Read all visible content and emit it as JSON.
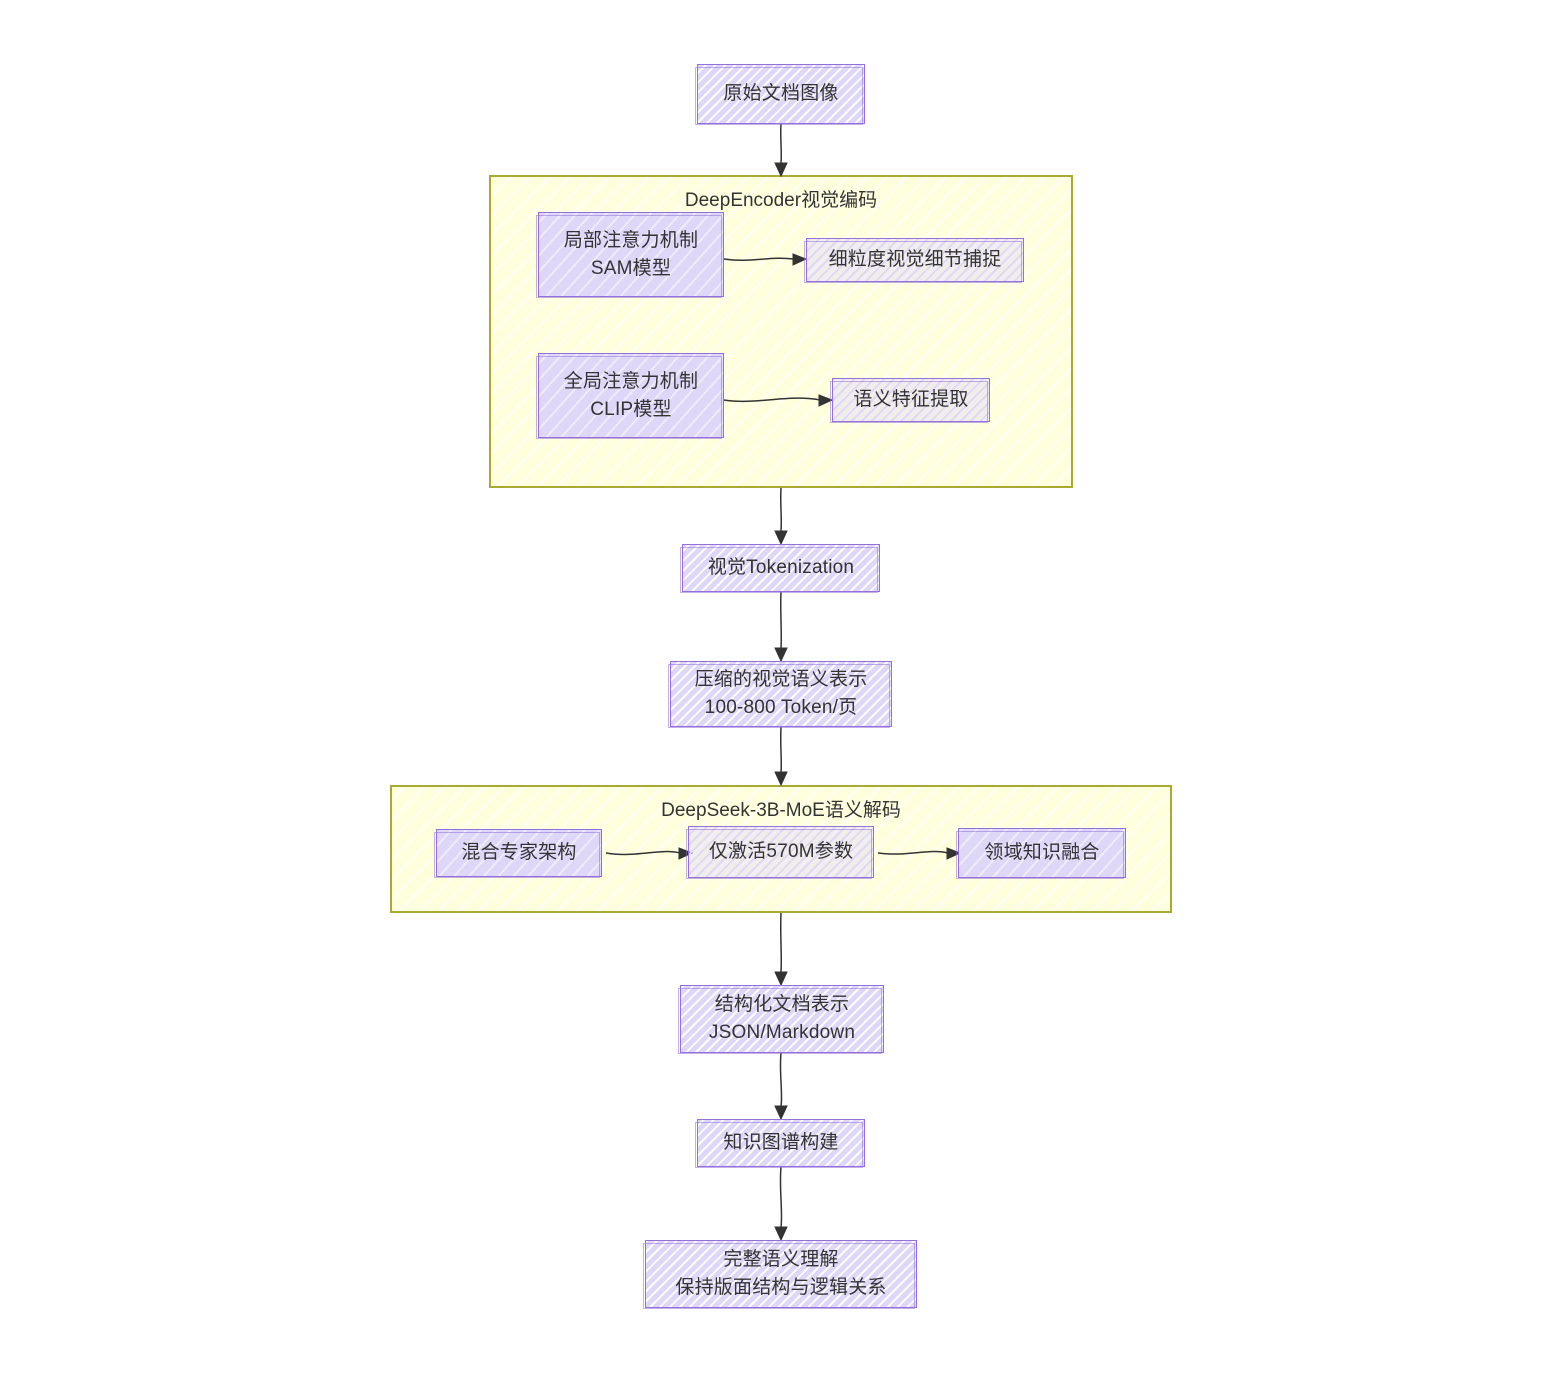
{
  "diagram": {
    "type": "flowchart",
    "direction": "top-to-bottom",
    "style": "hand-drawn-sketch",
    "colors": {
      "node_fill": "#ded7f8",
      "node_border": "#9370db",
      "subgraph_fill": "#ffffde",
      "subgraph_border": "#aaaa33",
      "text": "#333333",
      "edge": "#333333",
      "background": "#ffffff"
    }
  },
  "nodes": {
    "source_image": {
      "label": "原始文档图像"
    },
    "local_attention": {
      "line1": "局部注意力机制",
      "line2": "SAM模型"
    },
    "fine_detail": {
      "label": "细粒度视觉细节捕捉"
    },
    "global_attention": {
      "line1": "全局注意力机制",
      "line2": "CLIP模型"
    },
    "semantic_feature": {
      "label": "语义特征提取"
    },
    "tokenization": {
      "label": "视觉Tokenization"
    },
    "compressed": {
      "line1": "压缩的视觉语义表示",
      "line2": "100-800 Token/页"
    },
    "moe_architecture": {
      "label": "混合专家架构"
    },
    "active_params": {
      "label": "仅激活570M参数"
    },
    "domain_fusion": {
      "label": "领域知识融合"
    },
    "structured_doc": {
      "line1": "结构化文档表示",
      "line2": "JSON/Markdown"
    },
    "knowledge_graph": {
      "label": "知识图谱构建"
    },
    "final_output": {
      "line1": "完整语义理解",
      "line2": "保持版面结构与逻辑关系"
    }
  },
  "subgraphs": {
    "encoder": {
      "title": "DeepEncoder视觉编码"
    },
    "decoder": {
      "title": "DeepSeek-3B-MoE语义解码"
    }
  },
  "edges": [
    {
      "from": "source_image",
      "to": "encoder"
    },
    {
      "from": "local_attention",
      "to": "fine_detail"
    },
    {
      "from": "global_attention",
      "to": "semantic_feature"
    },
    {
      "from": "encoder",
      "to": "tokenization"
    },
    {
      "from": "tokenization",
      "to": "compressed"
    },
    {
      "from": "compressed",
      "to": "decoder"
    },
    {
      "from": "moe_architecture",
      "to": "active_params"
    },
    {
      "from": "active_params",
      "to": "domain_fusion"
    },
    {
      "from": "decoder",
      "to": "structured_doc"
    },
    {
      "from": "structured_doc",
      "to": "knowledge_graph"
    },
    {
      "from": "knowledge_graph",
      "to": "final_output"
    }
  ]
}
